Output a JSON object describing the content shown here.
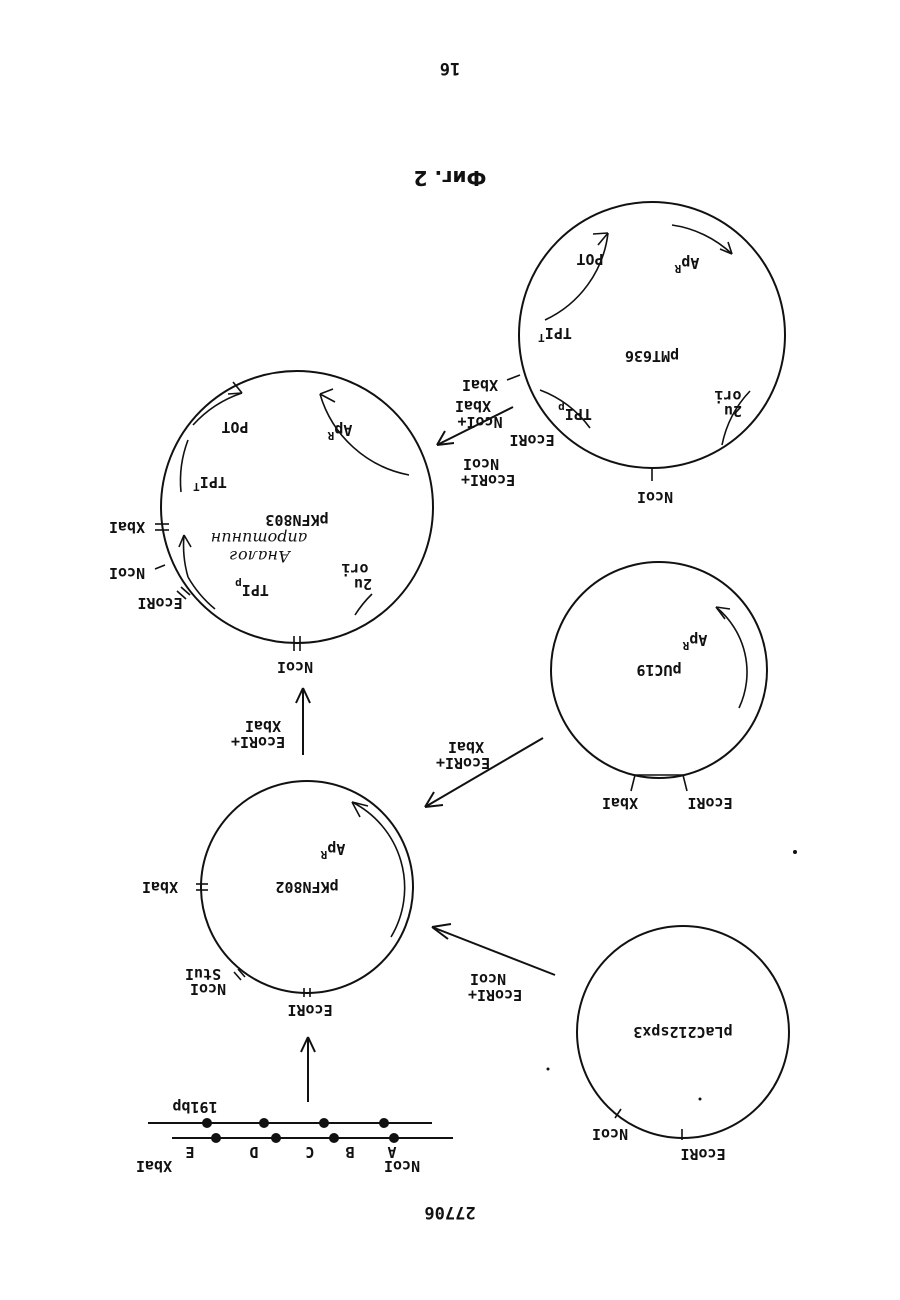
{
  "page": {
    "page_number": "16",
    "figure_caption": "Фиг. 2",
    "document_number": "27706"
  },
  "plasmids": {
    "pMT636": {
      "name": "pMT636",
      "labels": {
        "tpit": "TPI",
        "tpit_sub": "T",
        "pot": "POT",
        "apr": "Ap",
        "apr_sup": "R",
        "tpip": "TPI",
        "tpip_sub": "p",
        "ori1": "2u",
        "ori2": "ori",
        "xbai": "XbaI",
        "ecori": "EcoRI",
        "ncoi": "NcoI"
      }
    },
    "pKFN803": {
      "name": "pKFN803",
      "labels": {
        "tpit": "TPI",
        "tpit_sub": "T",
        "pot": "POT",
        "apr": "Ap",
        "apr_sup": "R",
        "tpip": "TPI",
        "tpip_sub": "p",
        "ori1": "2u",
        "ori2": "ori",
        "insert1": "Аналог",
        "insert2": "апротинин",
        "xbai": "XbaI",
        "ncoi_left": "NcoI",
        "ecori": "EcoRI",
        "ncoi_bottom": "NcoI"
      }
    },
    "pUC19": {
      "name": "pUC19",
      "labels": {
        "apr": "Ap",
        "apr_sup": "R",
        "ecori": "EcoRI",
        "xbai": "XbaI"
      }
    },
    "pKFN802": {
      "name": "pKFN802",
      "labels": {
        "apr": "Ap",
        "apr_sup": "R",
        "xbai": "XbaI",
        "ncoi": "NcoI",
        "stui": "StuI",
        "ecori": "EcoRI"
      }
    },
    "pLaC212spx3": {
      "name": "pLaC212spx3",
      "labels": {
        "ncoi": "NcoI",
        "ecori": "EcoRI"
      }
    }
  },
  "arrows": {
    "pmt_to_803": {
      "l1": "NcoI+",
      "l2": "XbaI"
    },
    "pmt_to_803_b": {
      "l1": "EcoRI+",
      "l2": "NcoI"
    },
    "puc_to_802": {
      "l1": "EcoRI+",
      "l2": "XbaI"
    },
    "802_to_803": {
      "l1": "EcoRI+",
      "l2": "XbaI"
    },
    "plac_to_802": {
      "l1": "EcoRI+",
      "l2": "NcoI"
    }
  },
  "fragment": {
    "size": "191bp",
    "left_site": "NcoI",
    "right_site": "XbaI",
    "segments": [
      "A",
      "B",
      "C",
      "D",
      "E"
    ]
  }
}
